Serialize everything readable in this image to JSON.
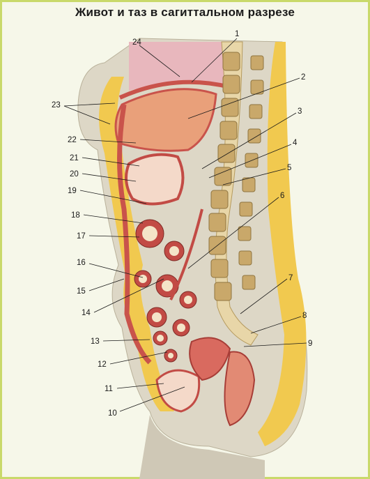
{
  "title": "Живот и таз в сагиттальном разрезе",
  "colors": {
    "frame": "#c9d96a",
    "background": "#f6f7e9",
    "skin": "#d9d3c2",
    "fat": "#f1c94f",
    "muscle": "#c9534b",
    "liver": "#e9a07a",
    "bone": "#d4b679",
    "gut": "#c24b45"
  },
  "labels": [
    "1",
    "2",
    "3",
    "4",
    "5",
    "6",
    "7",
    "8",
    "9",
    "10",
    "11",
    "12",
    "13",
    "14",
    "15",
    "16",
    "17",
    "18",
    "19",
    "20",
    "21",
    "22",
    "23",
    "24"
  ]
}
